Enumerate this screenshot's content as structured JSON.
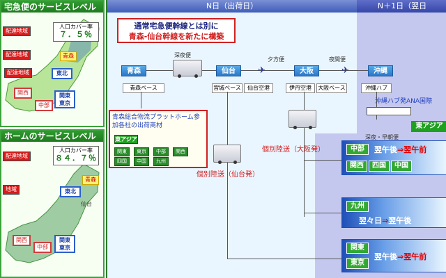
{
  "left_top": {
    "title": "宅急便のサービスレベル",
    "tag_delivery": "配達地域",
    "tag_delivery2": "配達地域",
    "tag_delivery3": "配達地域",
    "cover_label": "人口カバー率",
    "cover_value": "７．５％",
    "region_aomori": "青森",
    "regions": [
      "東北",
      "関西",
      "中部",
      "関東\n東京"
    ]
  },
  "left_bottom": {
    "title": "ホームのサービスレベル",
    "tag_delivery": "配達地域",
    "tag_delivery2": "地域",
    "cover_label": "人口カバー率",
    "cover_value": "８４．７％",
    "region_aomori": "青森",
    "region_sendai": "仙台",
    "regions": [
      "東北",
      "関西",
      "中部",
      "関東\n東京"
    ]
  },
  "header": {
    "day_n": "N日（出荷日）",
    "day_n1": "N＋1日（翌日"
  },
  "callout": {
    "line1": "通常宅急便幹線とは別に",
    "line2": "青森-仙台幹線を新たに構築"
  },
  "legs": {
    "leg1": "深夜便",
    "leg2": "夕方便",
    "leg3": "夜間便"
  },
  "stations": [
    "青森",
    "仙台",
    "大阪",
    "沖縄"
  ],
  "bases": {
    "aomori": "青森ベース",
    "sendai1": "宮城ベース",
    "sendai2": "仙台空港",
    "osaka1": "伊丹空港",
    "osaka2": "大阪ベース",
    "okinawa": "沖縄ハブ"
  },
  "okinawa_note": "沖縄ハブ発ANA国際",
  "okinawa_time": "深夜・早朝便",
  "asia_label": "東アジア",
  "aomori_box": {
    "text": "青森総合物流プラットホーム参加各社の出荷商材",
    "asia": "東アジア",
    "chips": [
      "関東",
      "東京",
      "中部",
      "関西",
      "四国",
      "中国",
      "九州"
    ]
  },
  "labels": {
    "osaka_delivery": "個別陸送（大阪発）",
    "sendai_delivery": "個別陸送（仙台発）"
  },
  "destinations": [
    {
      "chips": [
        "中部"
      ],
      "chips2": [
        "関西",
        "四国",
        "中国"
      ],
      "time_a": "翌午後",
      "arrow": "⇒",
      "time_b": "翌午前"
    },
    {
      "chips": [
        "九州"
      ],
      "chips2": [],
      "time_a": "翌々日",
      "arrow": "⇒",
      "time_b": "翌午後"
    },
    {
      "chips": [
        "関東"
      ],
      "chips2": [
        "東京"
      ],
      "time_a": "翌午後",
      "arrow": "⇒",
      "time_b": "翌午前"
    }
  ],
  "colors": {
    "accent_green": "#2f9a2f",
    "accent_red": "#d02020",
    "accent_blue": "#2a78c8"
  }
}
